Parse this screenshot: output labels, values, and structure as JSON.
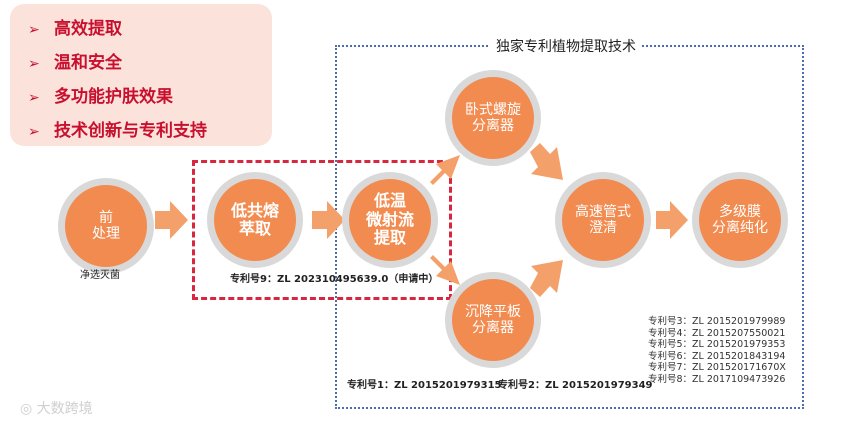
{
  "benefits": [
    {
      "label": "高效提取"
    },
    {
      "label": "温和安全"
    },
    {
      "label": "多功能护肤效果"
    },
    {
      "label": "技术创新与专利支持"
    }
  ],
  "frame_title": "独家专利植物提取技术",
  "nodes": {
    "pre": {
      "line1": "前",
      "line2": "处理",
      "caption": "净选灭菌"
    },
    "low_melt": {
      "line1": "低共熔",
      "line2": "萃取"
    },
    "microwave": {
      "line1": "低温",
      "line2": "微射流",
      "line3": "提取"
    },
    "horizontal": {
      "line1": "卧式螺旋",
      "line2": "分离器"
    },
    "settling": {
      "line1": "沉降平板",
      "line2": "分离器"
    },
    "tube": {
      "line1": "高速管式",
      "line2": "澄清"
    },
    "membrane": {
      "line1": "多级膜",
      "line2": "分离纯化"
    }
  },
  "patent9": "专利号9：ZL 202310495639.0（申请中）",
  "patent1": "专利号1：ZL 2015201979315",
  "patent2": "专利号2：ZL 2015201979349",
  "patents_list": [
    "专利号3：ZL 2015201979989",
    "专利号4：ZL 2015207550021",
    "专利号5：ZL 2015201979353",
    "专利号6：ZL 2015201843194",
    "专利号7：ZL 201520171670X",
    "专利号8：ZL 2017109473926"
  ],
  "watermark": "大数跨境",
  "colors": {
    "accent": "#f28b50",
    "arrow": "#f4a06a",
    "frame": "#4a6ea9",
    "highlight": "#d7263d",
    "benefit_text": "#c8102e"
  }
}
